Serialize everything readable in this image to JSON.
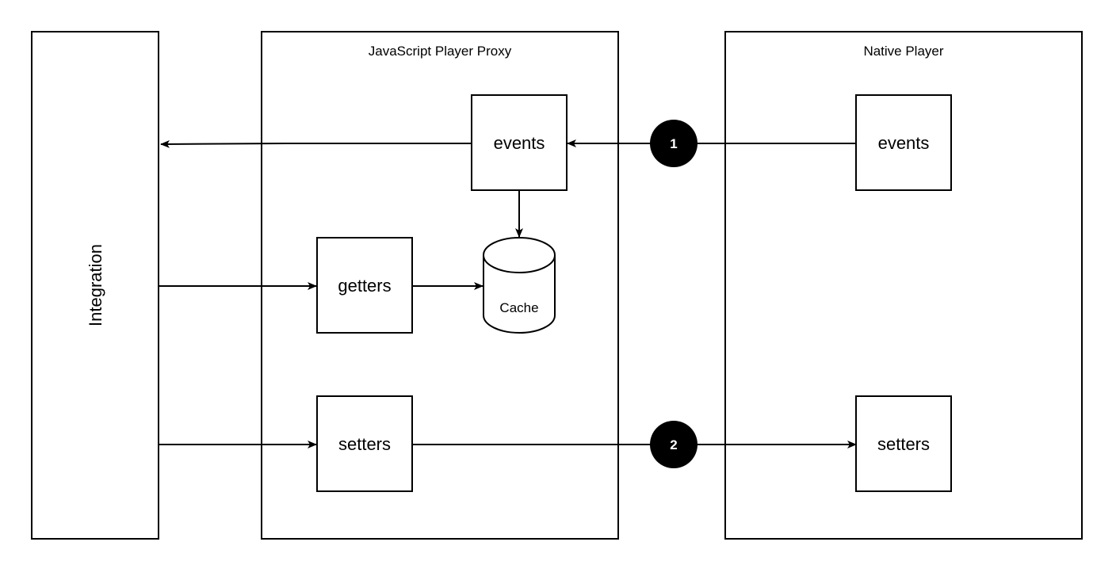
{
  "integration": {
    "label": "Integration"
  },
  "proxy": {
    "title": "JavaScript Player Proxy",
    "events_label": "events",
    "getters_label": "getters",
    "setters_label": "setters",
    "cache_label": "Cache"
  },
  "native": {
    "title": "Native Player",
    "events_label": "events",
    "setters_label": "setters"
  },
  "badges": [
    "1",
    "2"
  ]
}
